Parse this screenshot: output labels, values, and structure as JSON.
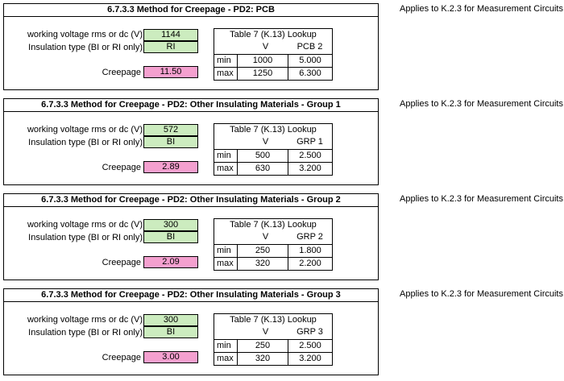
{
  "applies_text": "Applies to K.2.3 for Measurement Circuits",
  "sections": [
    {
      "title": "6.7.3.3 Method for Creepage - PD2: PCB",
      "voltage_label": "working voltage rms or dc (V)",
      "voltage_value": "1144",
      "insulation_label": "Insulation type (BI or RI only)",
      "insulation_value": "RI",
      "creepage_label": "Creepage",
      "creepage_value": "11.50",
      "lookup_title": "Table 7 (K.13) Lookup",
      "col_v": "V",
      "col_grp": "PCB 2",
      "row_min": "min",
      "row_max": "max",
      "min_v": "1000",
      "min_g": "5.000",
      "max_v": "1250",
      "max_g": "6.300"
    },
    {
      "title": "6.7.3.3 Method for Creepage - PD2: Other Insulating Materials - Group 1",
      "voltage_label": "working voltage rms or dc (V)",
      "voltage_value": "572",
      "insulation_label": "Insulation type (BI or RI only)",
      "insulation_value": "BI",
      "creepage_label": "Creepage",
      "creepage_value": "2.89",
      "lookup_title": "Table 7 (K.13) Lookup",
      "col_v": "V",
      "col_grp": "GRP 1",
      "row_min": "min",
      "row_max": "max",
      "min_v": "500",
      "min_g": "2.500",
      "max_v": "630",
      "max_g": "3.200"
    },
    {
      "title": "6.7.3.3 Method for Creepage - PD2: Other Insulating Materials - Group 2",
      "voltage_label": "working voltage rms or dc (V)",
      "voltage_value": "300",
      "insulation_label": "Insulation type (BI or RI only)",
      "insulation_value": "BI",
      "creepage_label": "Creepage",
      "creepage_value": "2.09",
      "lookup_title": "Table 7 (K.13) Lookup",
      "col_v": "V",
      "col_grp": "GRP 2",
      "row_min": "min",
      "row_max": "max",
      "min_v": "250",
      "min_g": "1.800",
      "max_v": "320",
      "max_g": "2.200"
    },
    {
      "title": "6.7.3.3 Method for Creepage - PD2: Other Insulating Materials - Group 3",
      "voltage_label": "working voltage rms or dc (V)",
      "voltage_value": "300",
      "insulation_label": "Insulation type (BI or RI only)",
      "insulation_value": "BI",
      "creepage_label": "Creepage",
      "creepage_value": "3.00",
      "lookup_title": "Table 7 (K.13) Lookup",
      "col_v": "V",
      "col_grp": "GRP 3",
      "row_min": "min",
      "row_max": "max",
      "min_v": "250",
      "min_g": "2.500",
      "max_v": "320",
      "max_g": "3.200"
    }
  ],
  "colors": {
    "input_green": "#ccecbf",
    "result_pink": "#f4a0cf",
    "border": "#000000"
  }
}
